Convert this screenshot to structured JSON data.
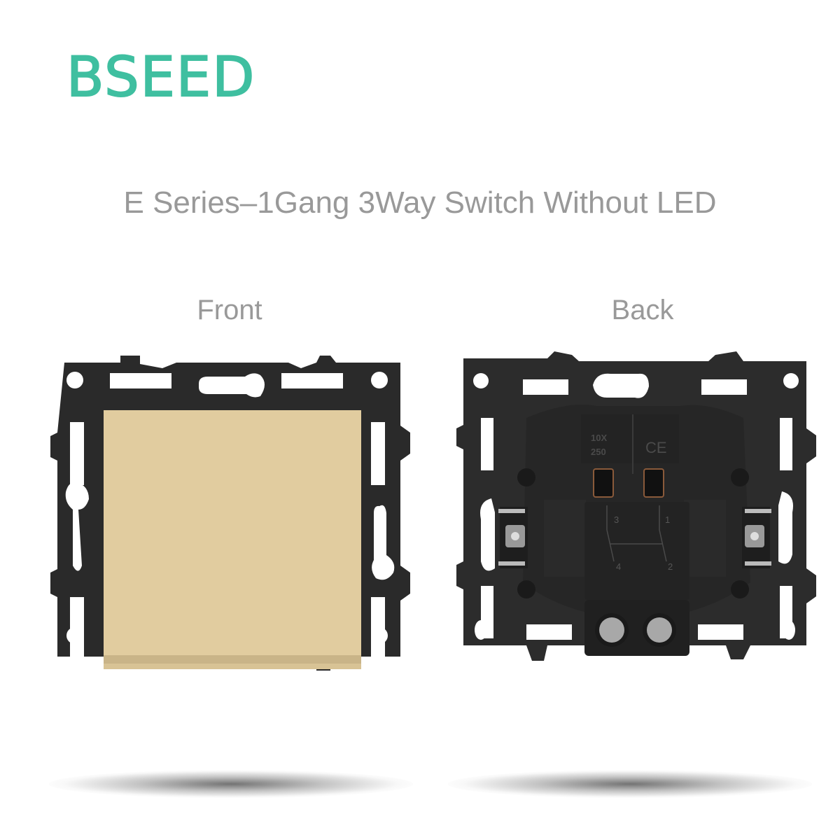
{
  "brand": {
    "logo_text": "BSEED",
    "logo_color": "#3fbfa0"
  },
  "product": {
    "title": "E Series–1Gang 3Way Switch Without LED",
    "title_color": "#999999"
  },
  "views": [
    {
      "label": "Front",
      "panel_color": "#e1cc9f",
      "frame_color": "#2a2a2a"
    },
    {
      "label": "Back",
      "frame_color": "#2c2c2c",
      "markings": {
        "rating_top": "10X",
        "rating_bottom": "250",
        "cert": "CE",
        "terminals": [
          "3",
          "1",
          "4",
          "2"
        ]
      }
    }
  ]
}
